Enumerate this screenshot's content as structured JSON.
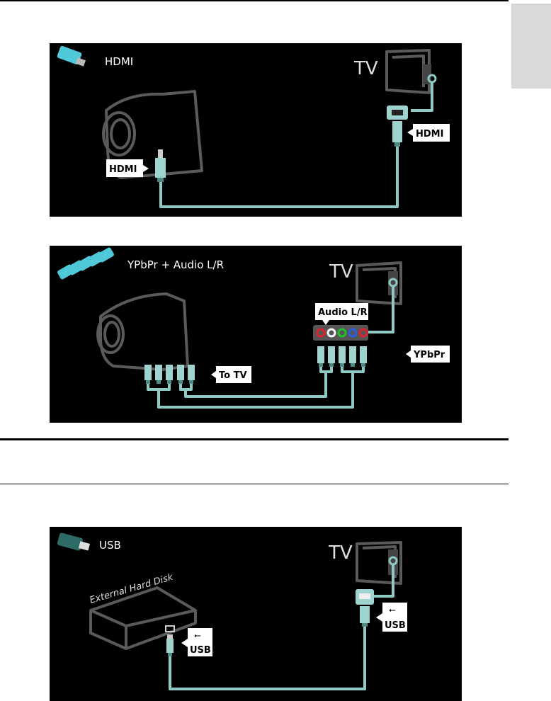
{
  "diagrams": [
    {
      "title": "HDMI",
      "tv_label": "TV",
      "device_port_label": "HDMI",
      "tv_port_label": "HDMI"
    },
    {
      "title": "YPbPr + Audio L/R",
      "tv_label": "TV",
      "device_port_label": "To TV",
      "tv_audio_label": "Audio L/R",
      "tv_video_label": "YPbPr",
      "jack_colors": [
        "#e0202a",
        "#ffffff",
        "#22c02a",
        "#2a5de0",
        "#e0202a"
      ]
    },
    {
      "title": "USB",
      "tv_label": "TV",
      "device_name": "External Hard Disk",
      "device_port_label": "USB",
      "tv_port_label": "USB"
    }
  ]
}
